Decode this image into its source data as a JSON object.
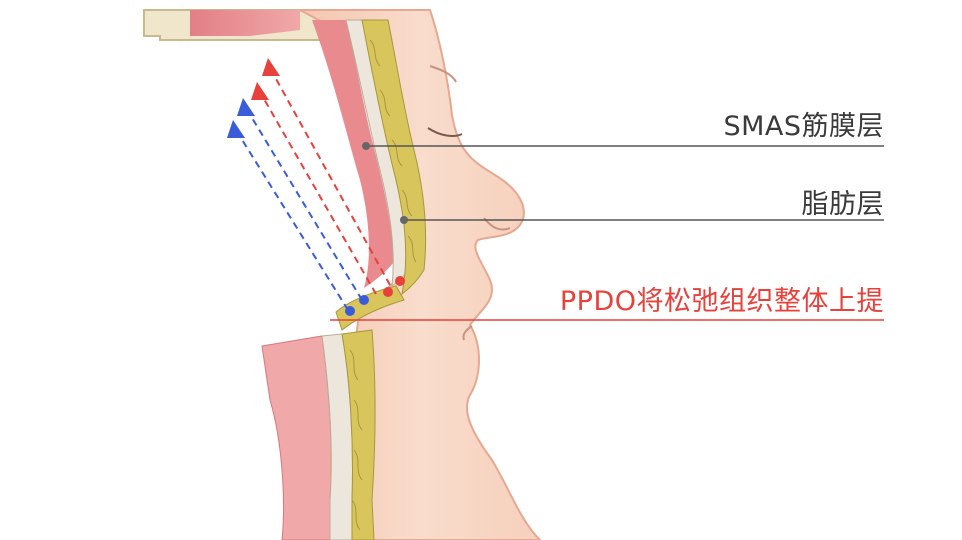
{
  "labels": {
    "smas": "SMAS筋膜层",
    "fat": "脂肪层",
    "ppdo": "PPDO将松弛组织整体上提"
  },
  "colors": {
    "skin": "#f7d3c0",
    "skin_shade": "#eeb59e",
    "muscle": "#e98a8f",
    "fat": "#d8c65c",
    "smas": "#ece6dc",
    "thread_red": "#e8403a",
    "thread_blue": "#3a5cd9",
    "leader_dark": "#555555",
    "leader_red": "#e8403a"
  },
  "icons": {
    "arrow_up": "triangle-arrowhead",
    "anchor": "dot"
  }
}
